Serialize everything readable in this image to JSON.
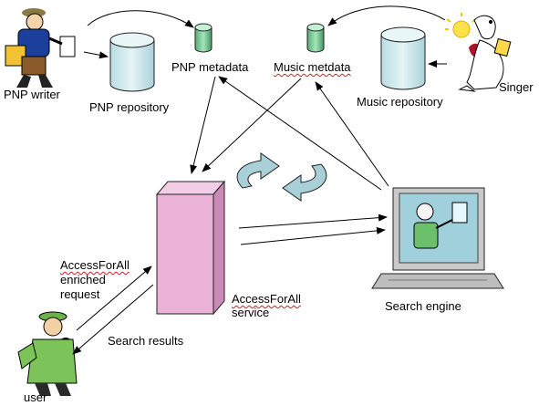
{
  "labels": {
    "pnp_writer": "PNP writer",
    "pnp_repository": "PNP repository",
    "pnp_metadata": "PNP metadata",
    "music_metadata": "Music metdata",
    "music_repository": "Music repository",
    "singer": "Singer",
    "accessforall_service_line1": "AccessForAll",
    "accessforall_service_line2": "service",
    "request_line1": "AccessForAll",
    "request_line2": "enriched",
    "request_line3": "request",
    "search_results": "Search results",
    "search_engine": "Search engine",
    "user": "user"
  },
  "colors": {
    "repository": "#cfe8ec",
    "metadata": "#7fcc9a",
    "service_box": "#e9b2d6",
    "service_box_side": "#c98ab7",
    "cycle_arrow": "#9fc6cf",
    "monitor_screen": "#9fd0dc",
    "monitor_body": "#c8c8c8"
  }
}
